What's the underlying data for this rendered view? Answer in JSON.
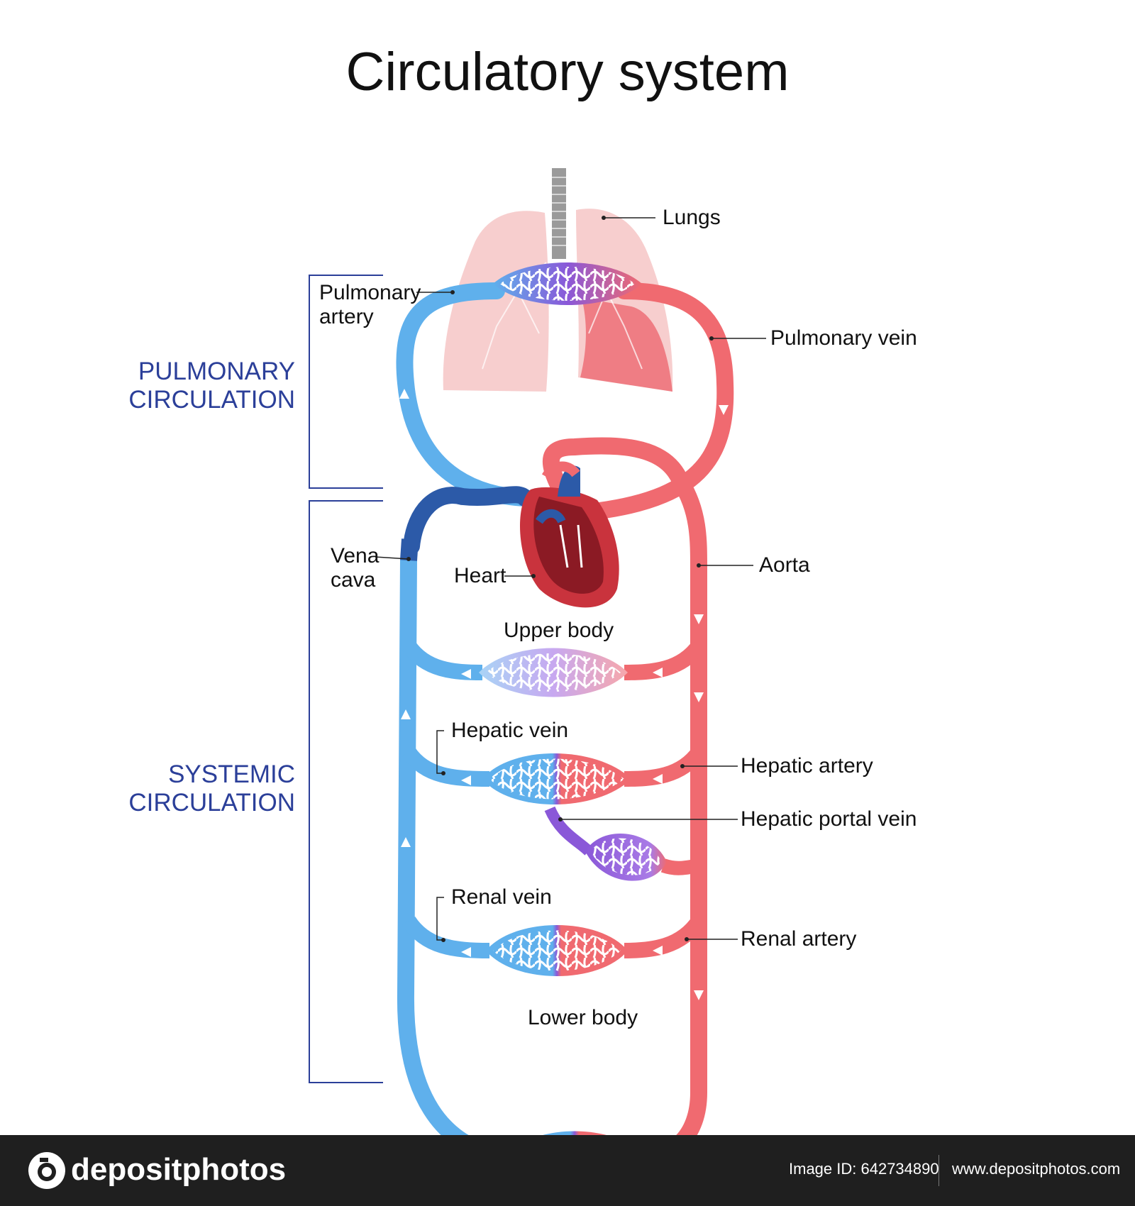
{
  "title": "Circulatory system",
  "labels": {
    "lungs": "Lungs",
    "pulmonary_artery": "Pulmonary\nartery",
    "pulmonary_vein": "Pulmonary vein",
    "vena_cava": "Vena\ncava",
    "heart": "Heart",
    "aorta": "Aorta",
    "upper_body": "Upper body",
    "hepatic_vein": "Hepatic vein",
    "hepatic_artery": "Hepatic artery",
    "hepatic_portal_vein": "Hepatic portal vein",
    "renal_vein": "Renal vein",
    "renal_artery": "Renal artery",
    "lower_body": "Lower body"
  },
  "sections": {
    "pulmonary": "PULMONARY\nCIRCULATION",
    "systemic": "SYSTEMIC\nCIRCULATION"
  },
  "footer": {
    "brand": "depositphotos",
    "image_id": "Image ID: 642734890",
    "site": "www.depositphotos.com"
  },
  "colors": {
    "vein_blue": "#5fb0ec",
    "deep_blue": "#2c5aa8",
    "artery_red": "#f06a70",
    "purple": "#8a58d8",
    "lung_pink": "#f6c6c6",
    "section_blue": "#2b3f99"
  }
}
